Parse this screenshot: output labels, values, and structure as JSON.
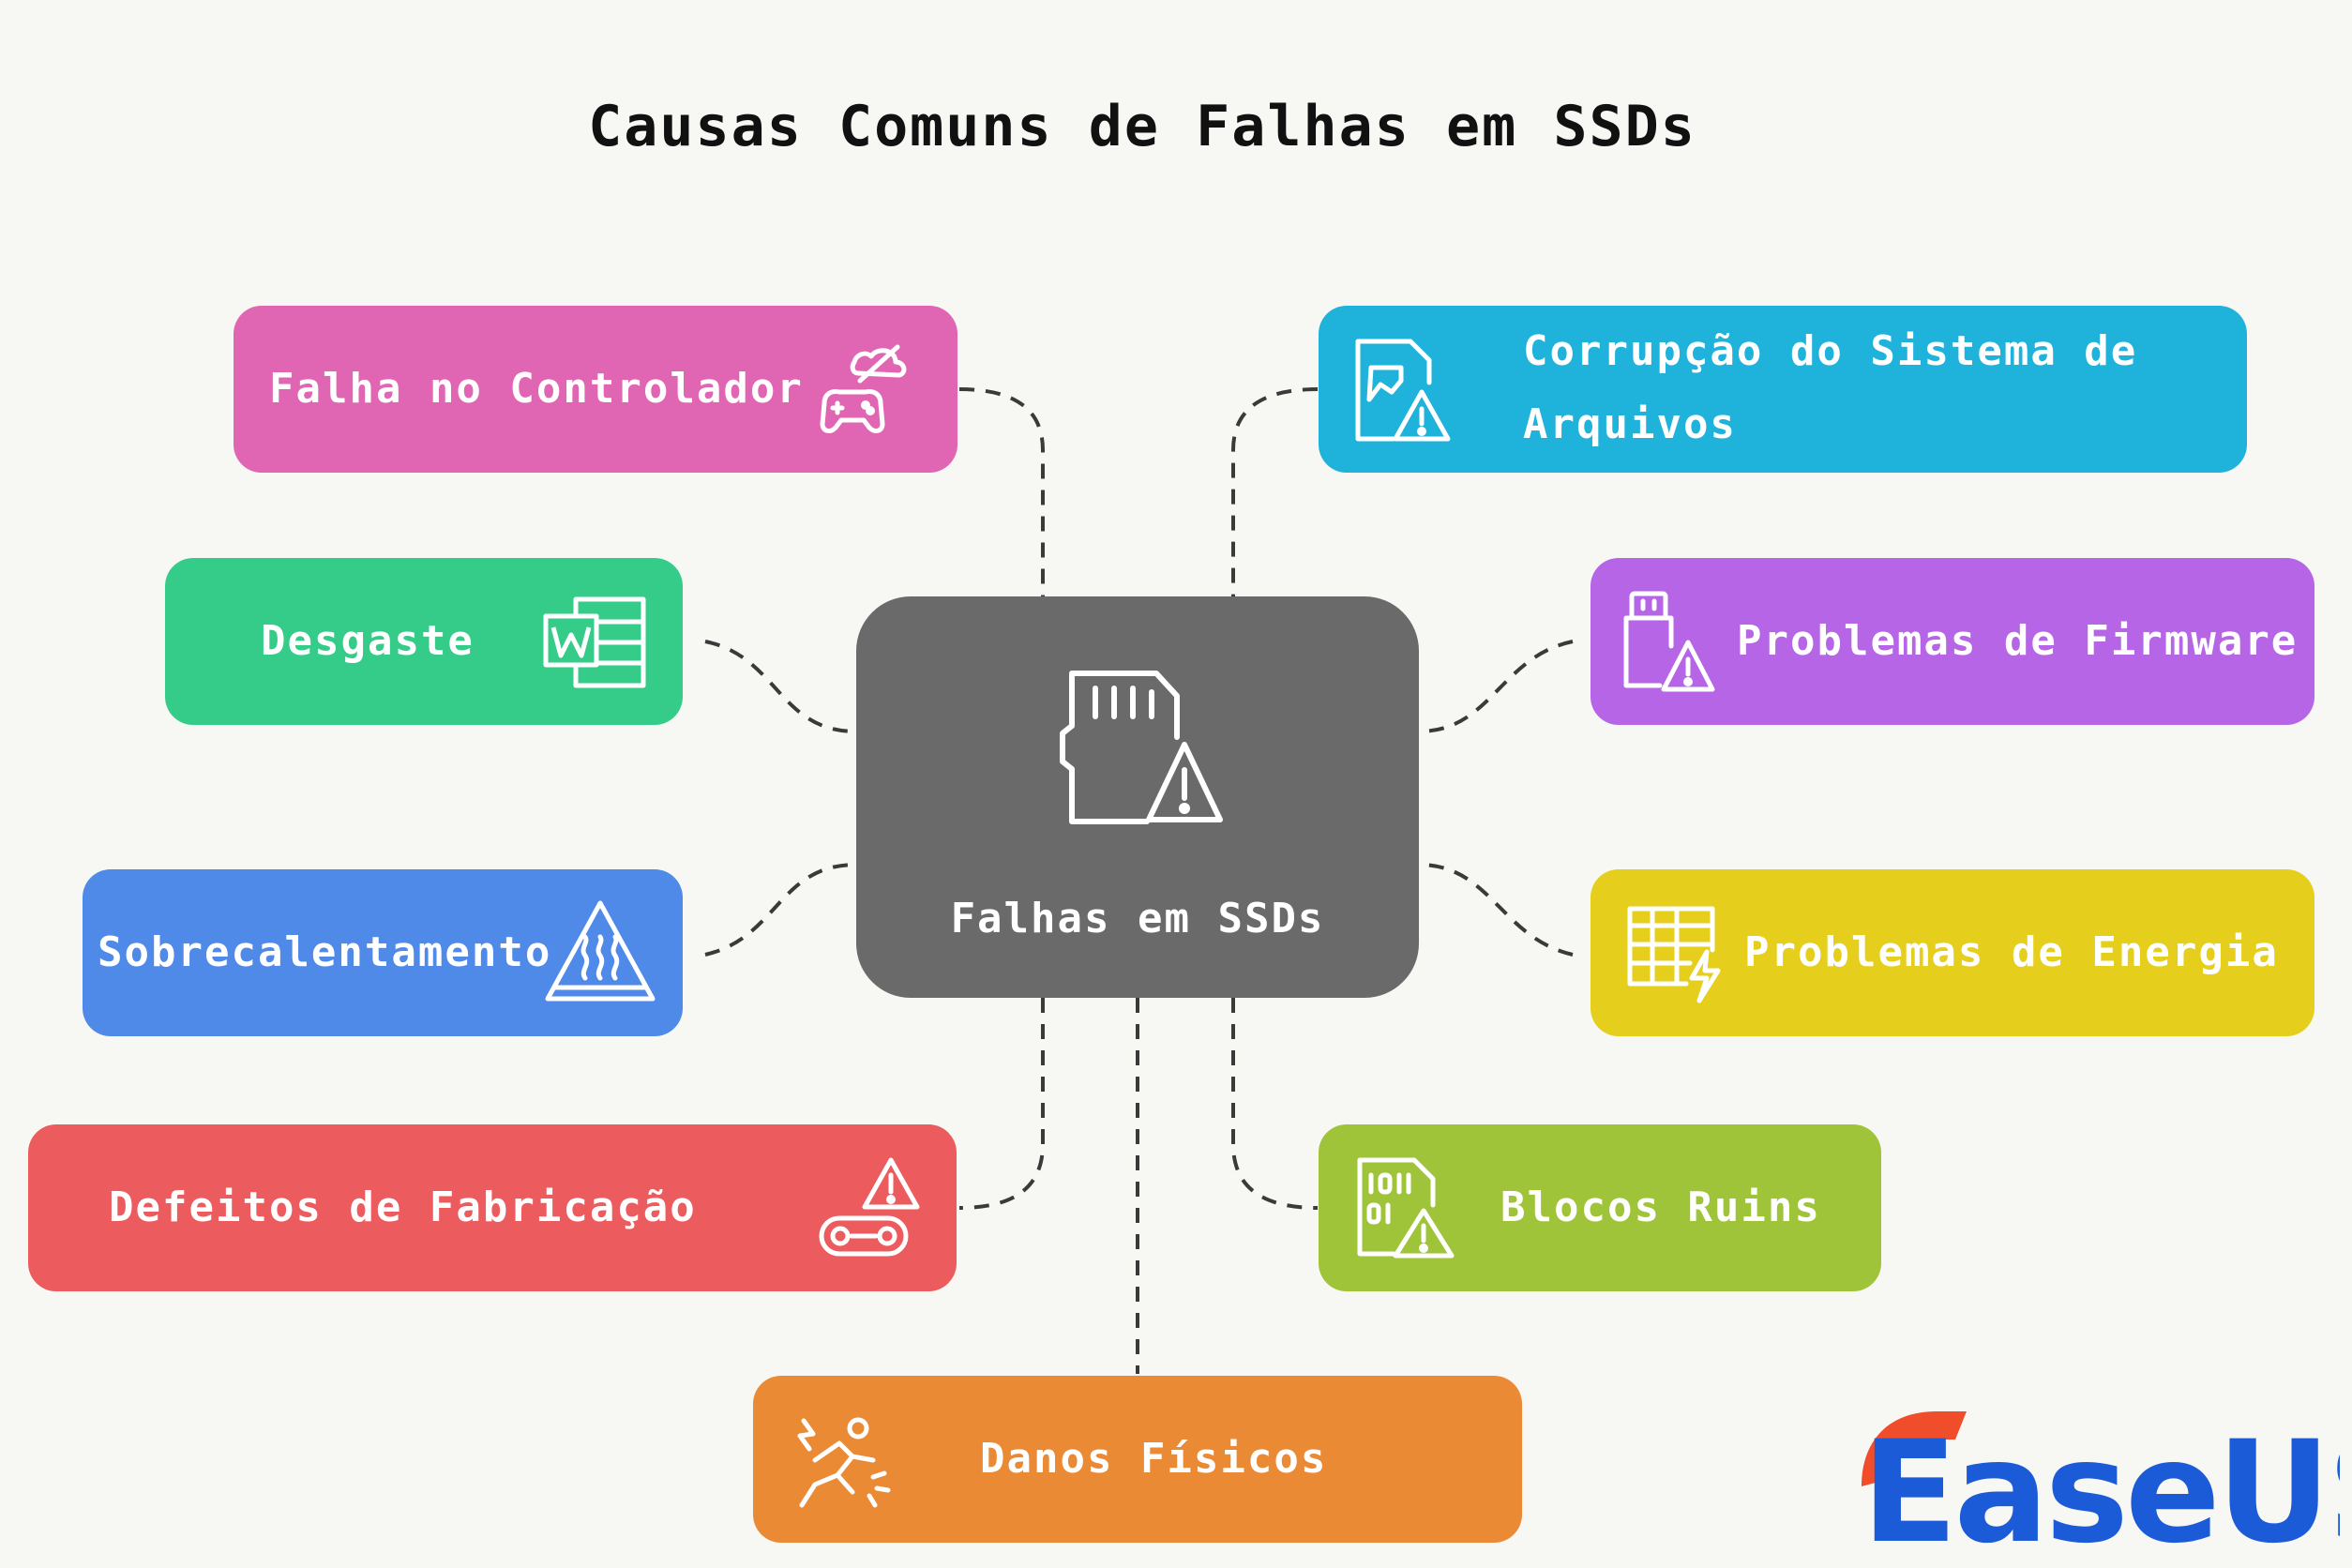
{
  "title": "Causas Comuns de Falhas em SSDs",
  "center": {
    "label": "Falhas em SSDs",
    "icon": "sd-card-warning-icon"
  },
  "nodes": [
    {
      "id": "controlador",
      "label": "Falha no Controlador",
      "icon": "gamepad-cloud-off-icon",
      "color": "#e066b3"
    },
    {
      "id": "corrupcao",
      "label_line1": "Corrupção do Sistema de",
      "label_line2": "Arquivos",
      "icon": "file-warning-icon",
      "color": "#1fb3dc"
    },
    {
      "id": "desgaste",
      "label": "Desgaste",
      "icon": "word-document-icon",
      "color": "#34cc88"
    },
    {
      "id": "firmware",
      "label": "Problemas de Firmware",
      "icon": "usb-warning-icon",
      "color": "#b565e6"
    },
    {
      "id": "sobrecalentamento",
      "label": "Sobrecalentamento",
      "icon": "hot-surface-warning-icon",
      "color": "#4f8ae8"
    },
    {
      "id": "energia",
      "label": "Problemas de Energia",
      "icon": "spreadsheet-bolt-icon",
      "color": "#e6cf1c"
    },
    {
      "id": "fabricacao",
      "label": "Defeitos de Fabricação",
      "icon": "conveyor-warning-icon",
      "color": "#ec5b5e"
    },
    {
      "id": "blocos",
      "label": "Blocos Ruins",
      "icon": "binary-card-warning-icon",
      "color": "#9fc43a"
    },
    {
      "id": "danos",
      "label": "Danos Físicos",
      "icon": "person-impact-icon",
      "color": "#ea8a35"
    }
  ],
  "logo": {
    "text": "EaseUS",
    "colors": [
      "#f04e2a",
      "#1c5bd8"
    ]
  }
}
